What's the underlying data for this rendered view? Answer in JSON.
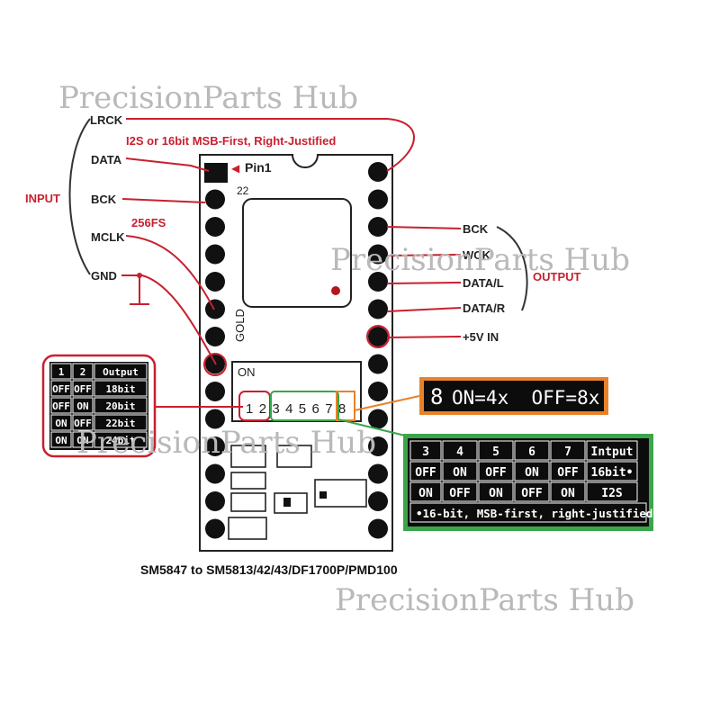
{
  "watermarks": [
    "PrecisionParts Hub",
    "PrecisionParts Hub",
    "PrecisionParts Hub",
    "PrecisionParts Hub"
  ],
  "input_pins": {
    "group_label": "INPUT",
    "lrck": "LRCK",
    "data": "DATA",
    "bck": "BCK",
    "mclk": "MCLK",
    "mclk_note": "256FS",
    "gnd": "GND",
    "format_note": "I2S or 16bit MSB-First, Right-Justified"
  },
  "output_pins": {
    "group_label": "OUTPUT",
    "bck": "BCK",
    "wck": "WCK",
    "data_l": "DATA/L",
    "data_r": "DATA/R",
    "vin": "+5V IN"
  },
  "board": {
    "pin1_label": "Pin1",
    "number_22": "22",
    "gold_label": "GOLD",
    "dip_on_label": "ON",
    "dip_numbers": [
      "1",
      "2",
      "3",
      "4",
      "5",
      "6",
      "7",
      "8"
    ]
  },
  "oversample_note": {
    "pin": "8",
    "text": "ON=4x  OFF=8x"
  },
  "bit_table": {
    "headers": [
      "1",
      "2",
      "Output"
    ],
    "rows": [
      [
        "OFF",
        "OFF",
        "18bit"
      ],
      [
        "OFF",
        "ON",
        "20bit"
      ],
      [
        "ON",
        "OFF",
        "22bit"
      ],
      [
        "ON",
        "ON",
        "24bit"
      ]
    ]
  },
  "input_table": {
    "headers": [
      "3",
      "4",
      "5",
      "6",
      "7",
      "Intput"
    ],
    "rows": [
      [
        "OFF",
        "ON",
        "OFF",
        "ON",
        "OFF",
        "16bit•"
      ],
      [
        "ON",
        "OFF",
        "ON",
        "OFF",
        "ON",
        "I2S"
      ]
    ],
    "footnote": "•16-bit, MSB-first, right-justified"
  },
  "caption": "SM5847 to SM5813/42/43/DF1700P/PMD100",
  "colors": {
    "accent_red": "#c8202f",
    "orange": "#e8822a",
    "green": "#3aa54a",
    "table_bg": "#0c0c0c"
  }
}
